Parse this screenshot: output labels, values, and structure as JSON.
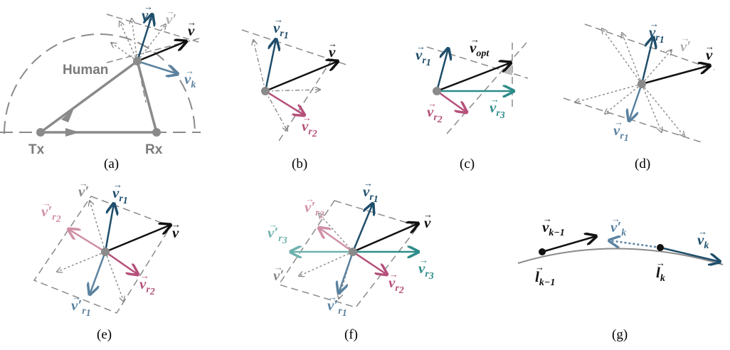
{
  "colors": {
    "black": "#111111",
    "navy": "#1f4e6b",
    "steel": "#5b82a0",
    "pink": "#b6507a",
    "pink_light": "#cf8fa7",
    "teal": "#2e8c8a",
    "teal_light": "#6fb2ae",
    "gray": "#8a8a8a",
    "gray_light": "#b0b0b0"
  },
  "panels": {
    "a": {
      "caption": "(a)",
      "human": "Human",
      "tx": "Tx",
      "rx": "Rx",
      "vr_sub": "r",
      "vprime_mark": "′",
      "vk_sub": "k"
    },
    "b": {
      "caption": "(b)",
      "vr1_sub": "r",
      "vr1_idx": "1",
      "vr2_sub": "r",
      "vr2_idx": "2"
    },
    "c": {
      "caption": "(c)",
      "vopt_sub": "opt",
      "vr1_sub": "r",
      "vr1_idx": "1",
      "vr2_sub": "r",
      "vr2_idx": "2",
      "vr3_sub": "r",
      "vr3_idx": "3"
    },
    "d": {
      "caption": "(d)",
      "vr1_sub": "r",
      "vr1_idx": "1",
      "vprime_mark": "′",
      "vr1b_sub": "r",
      "vr1b_idx": "1"
    },
    "e": {
      "caption": "(e)",
      "vprime_mark": "′",
      "vr1_sub": "r",
      "vr1_idx": "1",
      "vr2p_sub": "r",
      "vr2p_idx": "2",
      "vr2_sub": "r",
      "vr2_idx": "2",
      "vr1p_sub": "r",
      "vr1p_idx": "1"
    },
    "f": {
      "caption": "(f)",
      "vr1_sub": "r",
      "vr1_idx": "1",
      "vr2p_sub": "r",
      "vr2p_idx": "2",
      "vr3p_sub": "r",
      "vr3p_idx": "3",
      "vr3_sub": "r",
      "vr3_idx": "3",
      "vr2_sub": "r",
      "vr2_idx": "2",
      "vr1p_sub": "r",
      "vr1p_idx": "1"
    },
    "g": {
      "caption": "(g)",
      "vkm1_sub": "k−1",
      "vkp_sub": "k",
      "vk_sub": "k",
      "lkm1_sub": "k−1",
      "lk_sub": "k"
    }
  },
  "vector_symbol": "v",
  "location_symbol": "l",
  "arrow_mark": "→"
}
